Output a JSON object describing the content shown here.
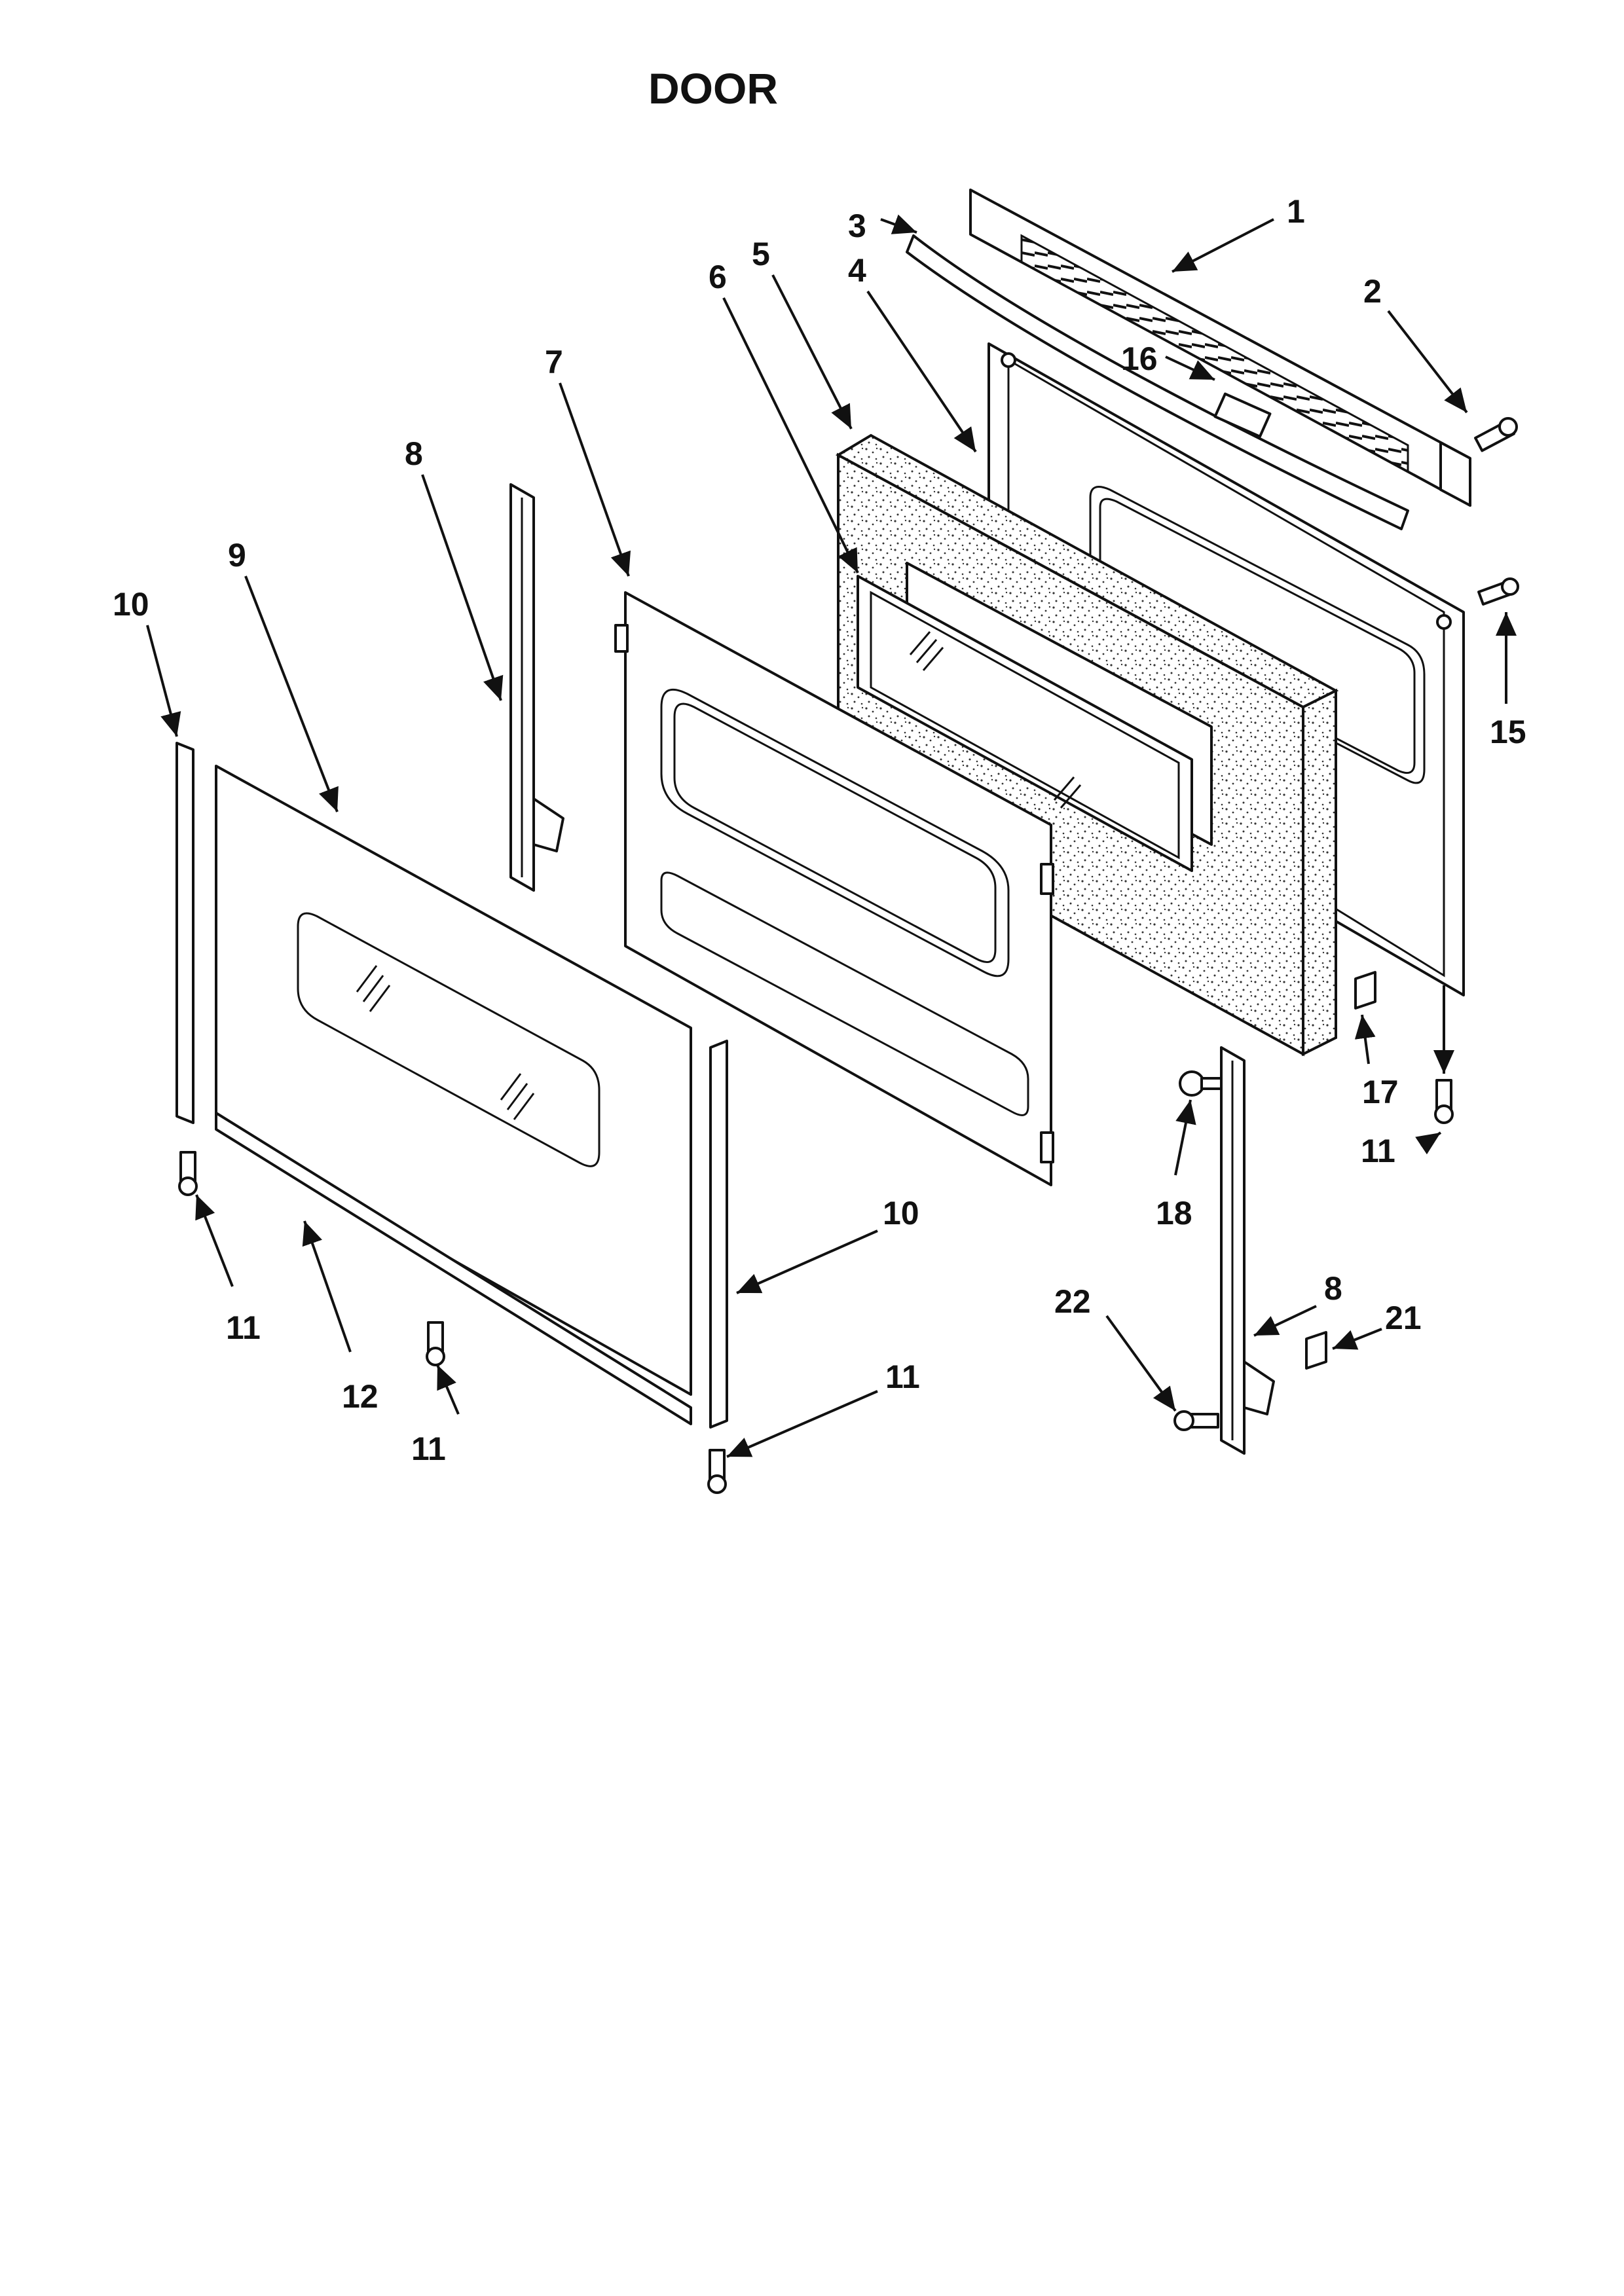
{
  "title": "DOOR",
  "callouts": [
    {
      "id": "c1",
      "text": "1"
    },
    {
      "id": "c2",
      "text": "2"
    },
    {
      "id": "c3",
      "text": "3"
    },
    {
      "id": "c4",
      "text": "4"
    },
    {
      "id": "c5",
      "text": "5"
    },
    {
      "id": "c6",
      "text": "6"
    },
    {
      "id": "c7",
      "text": "7"
    },
    {
      "id": "c8a",
      "text": "8"
    },
    {
      "id": "c8b",
      "text": "8"
    },
    {
      "id": "c9",
      "text": "9"
    },
    {
      "id": "c10a",
      "text": "10"
    },
    {
      "id": "c10b",
      "text": "10"
    },
    {
      "id": "c11a",
      "text": "11"
    },
    {
      "id": "c11b",
      "text": "11"
    },
    {
      "id": "c11c",
      "text": "11"
    },
    {
      "id": "c11d",
      "text": "11"
    },
    {
      "id": "c12",
      "text": "12"
    },
    {
      "id": "c15",
      "text": "15"
    },
    {
      "id": "c16",
      "text": "16"
    },
    {
      "id": "c17",
      "text": "17"
    },
    {
      "id": "c18",
      "text": "18"
    },
    {
      "id": "c21",
      "text": "21"
    },
    {
      "id": "c22",
      "text": "22"
    }
  ]
}
